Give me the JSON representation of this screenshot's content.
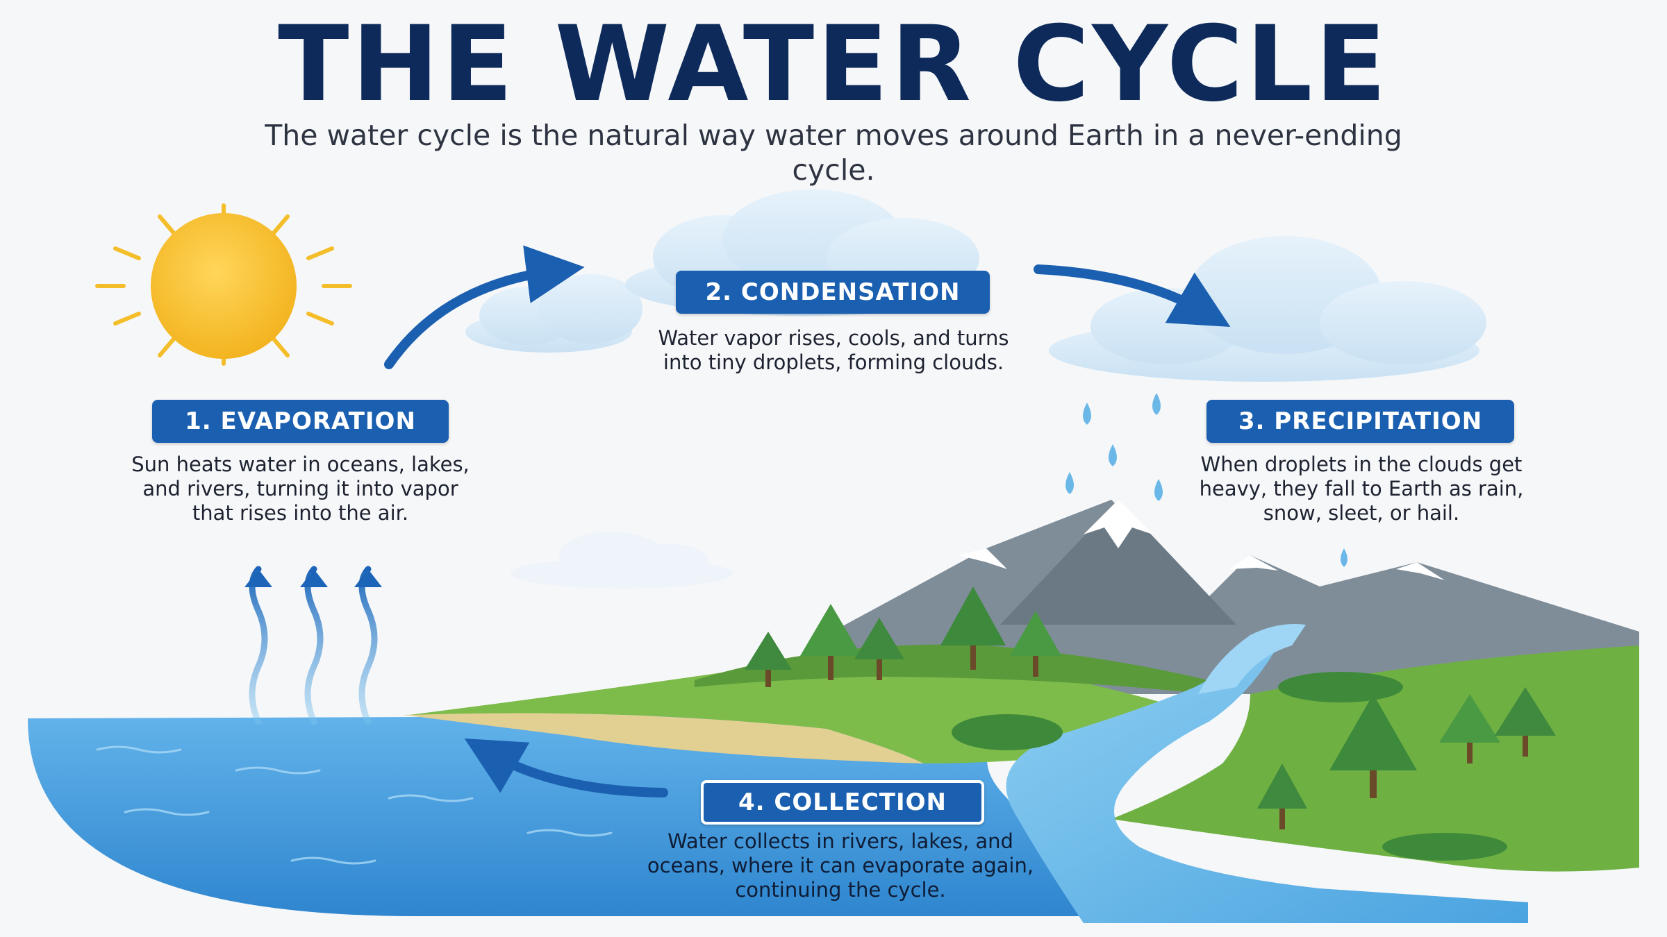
{
  "title": "THE WATER CYCLE",
  "subtitle": "The water cycle is the natural way water moves around Earth in a never-ending cycle.",
  "steps": [
    {
      "label": "1. EVAPORATION",
      "description": "Sun heats water in oceans, lakes, and rivers, turning it into vapor that rises into the air."
    },
    {
      "label": "2. CONDENSATION",
      "description": "Water vapor rises, cools, and turns into tiny droplets, forming clouds."
    },
    {
      "label": "3. PRECIPITATION",
      "description": "When droplets in the clouds get heavy, they fall to Earth as rain, snow, sleet, or hail."
    },
    {
      "label": "4. COLLECTION",
      "description": "Water collects in rivers, lakes, and oceans, where it can evaporate again, continuing the cycle."
    }
  ],
  "colors": {
    "title": "#0d2a5a",
    "label_bg": "#1b5fb0",
    "arrow": "#1b5fb0",
    "water": "#3d95d8",
    "sun": "#f6c02f",
    "grass": "#6fb043",
    "mountain": "#7f8d99"
  },
  "icons": [
    "sun-icon",
    "cloud-icon",
    "raindrop-icon",
    "mountain-icon",
    "tree-icon",
    "vapor-arrow-icon",
    "cycle-arrow-icon"
  ]
}
